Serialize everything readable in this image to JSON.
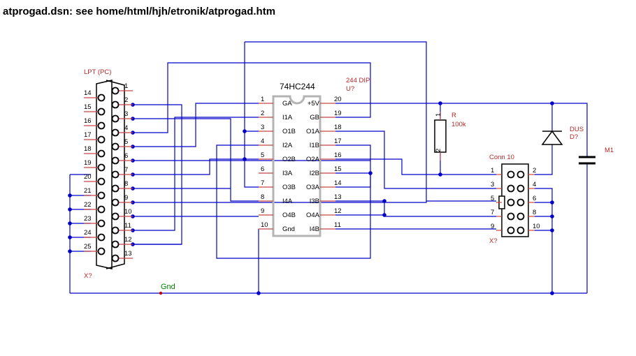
{
  "title": "atprogad.dsn: see home/html/hjh/etronik/atprogad.htm",
  "lpt": {
    "label": "LPT (PC)",
    "ref": "X?",
    "pins": [
      "1",
      "2",
      "3",
      "4",
      "5",
      "6",
      "7",
      "8",
      "9",
      "10",
      "11",
      "12",
      "13",
      "14",
      "15",
      "16",
      "17",
      "18",
      "19",
      "20",
      "21",
      "22",
      "23",
      "24",
      "25"
    ]
  },
  "ic": {
    "name": "74HC244",
    "pkg": "244 DIP",
    "ref": "U?",
    "left_nums": [
      "1",
      "2",
      "3",
      "4",
      "5",
      "6",
      "7",
      "8",
      "9",
      "10"
    ],
    "left_names": [
      "GA",
      "I1A",
      "O1B",
      "I2A",
      "O2B",
      "I3A",
      "O3B",
      "I4A",
      "O4B",
      "Gnd"
    ],
    "right_nums": [
      "20",
      "19",
      "18",
      "17",
      "16",
      "15",
      "14",
      "13",
      "12",
      "11"
    ],
    "right_names": [
      "+5V",
      "GB",
      "O1A",
      "I1B",
      "O2A",
      "I2B",
      "O3A",
      "I3B",
      "O4A",
      "I4B"
    ]
  },
  "resistor": {
    "ref": "R",
    "value": "100k",
    "pin1": "1",
    "pin2": "2"
  },
  "diode": {
    "ref": "DUS",
    "value": "D?"
  },
  "cap": {
    "ref": "M1"
  },
  "conn": {
    "name": "Conn 10",
    "ref": "X?",
    "pins": [
      "1",
      "2",
      "3",
      "4",
      "5",
      "6",
      "7",
      "8",
      "9",
      "10"
    ]
  },
  "gnd": {
    "label": "Gnd"
  },
  "colors": {
    "wire": "#0000c8",
    "pin": "#c84646",
    "ref_text": "#b42828",
    "net_label": "#008000",
    "body": "#b4b4b4"
  }
}
